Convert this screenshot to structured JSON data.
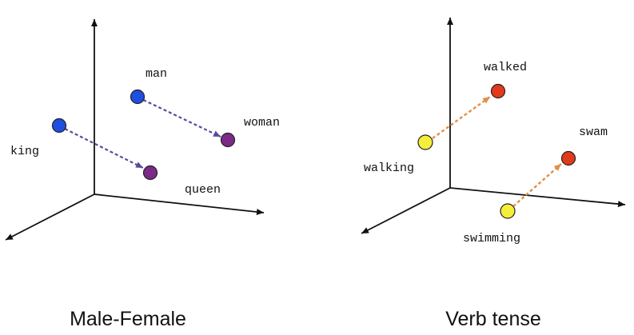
{
  "panels": [
    {
      "caption": "Male-Female",
      "words": {
        "man": "man",
        "woman": "woman",
        "king": "king",
        "queen": "queen"
      }
    },
    {
      "caption": "Verb tense",
      "words": {
        "walked": "walked",
        "walking": "walking",
        "swam": "swam",
        "swimming": "swimming"
      }
    }
  ],
  "colors": {
    "axis": "#111111",
    "male_point": "#1f4ee0",
    "female_point": "#7b2a86",
    "gender_arrow": "#5a4a9a",
    "present_point": "#f5ee3a",
    "past_point": "#e23a1a",
    "tense_arrow": "#e0904a"
  }
}
